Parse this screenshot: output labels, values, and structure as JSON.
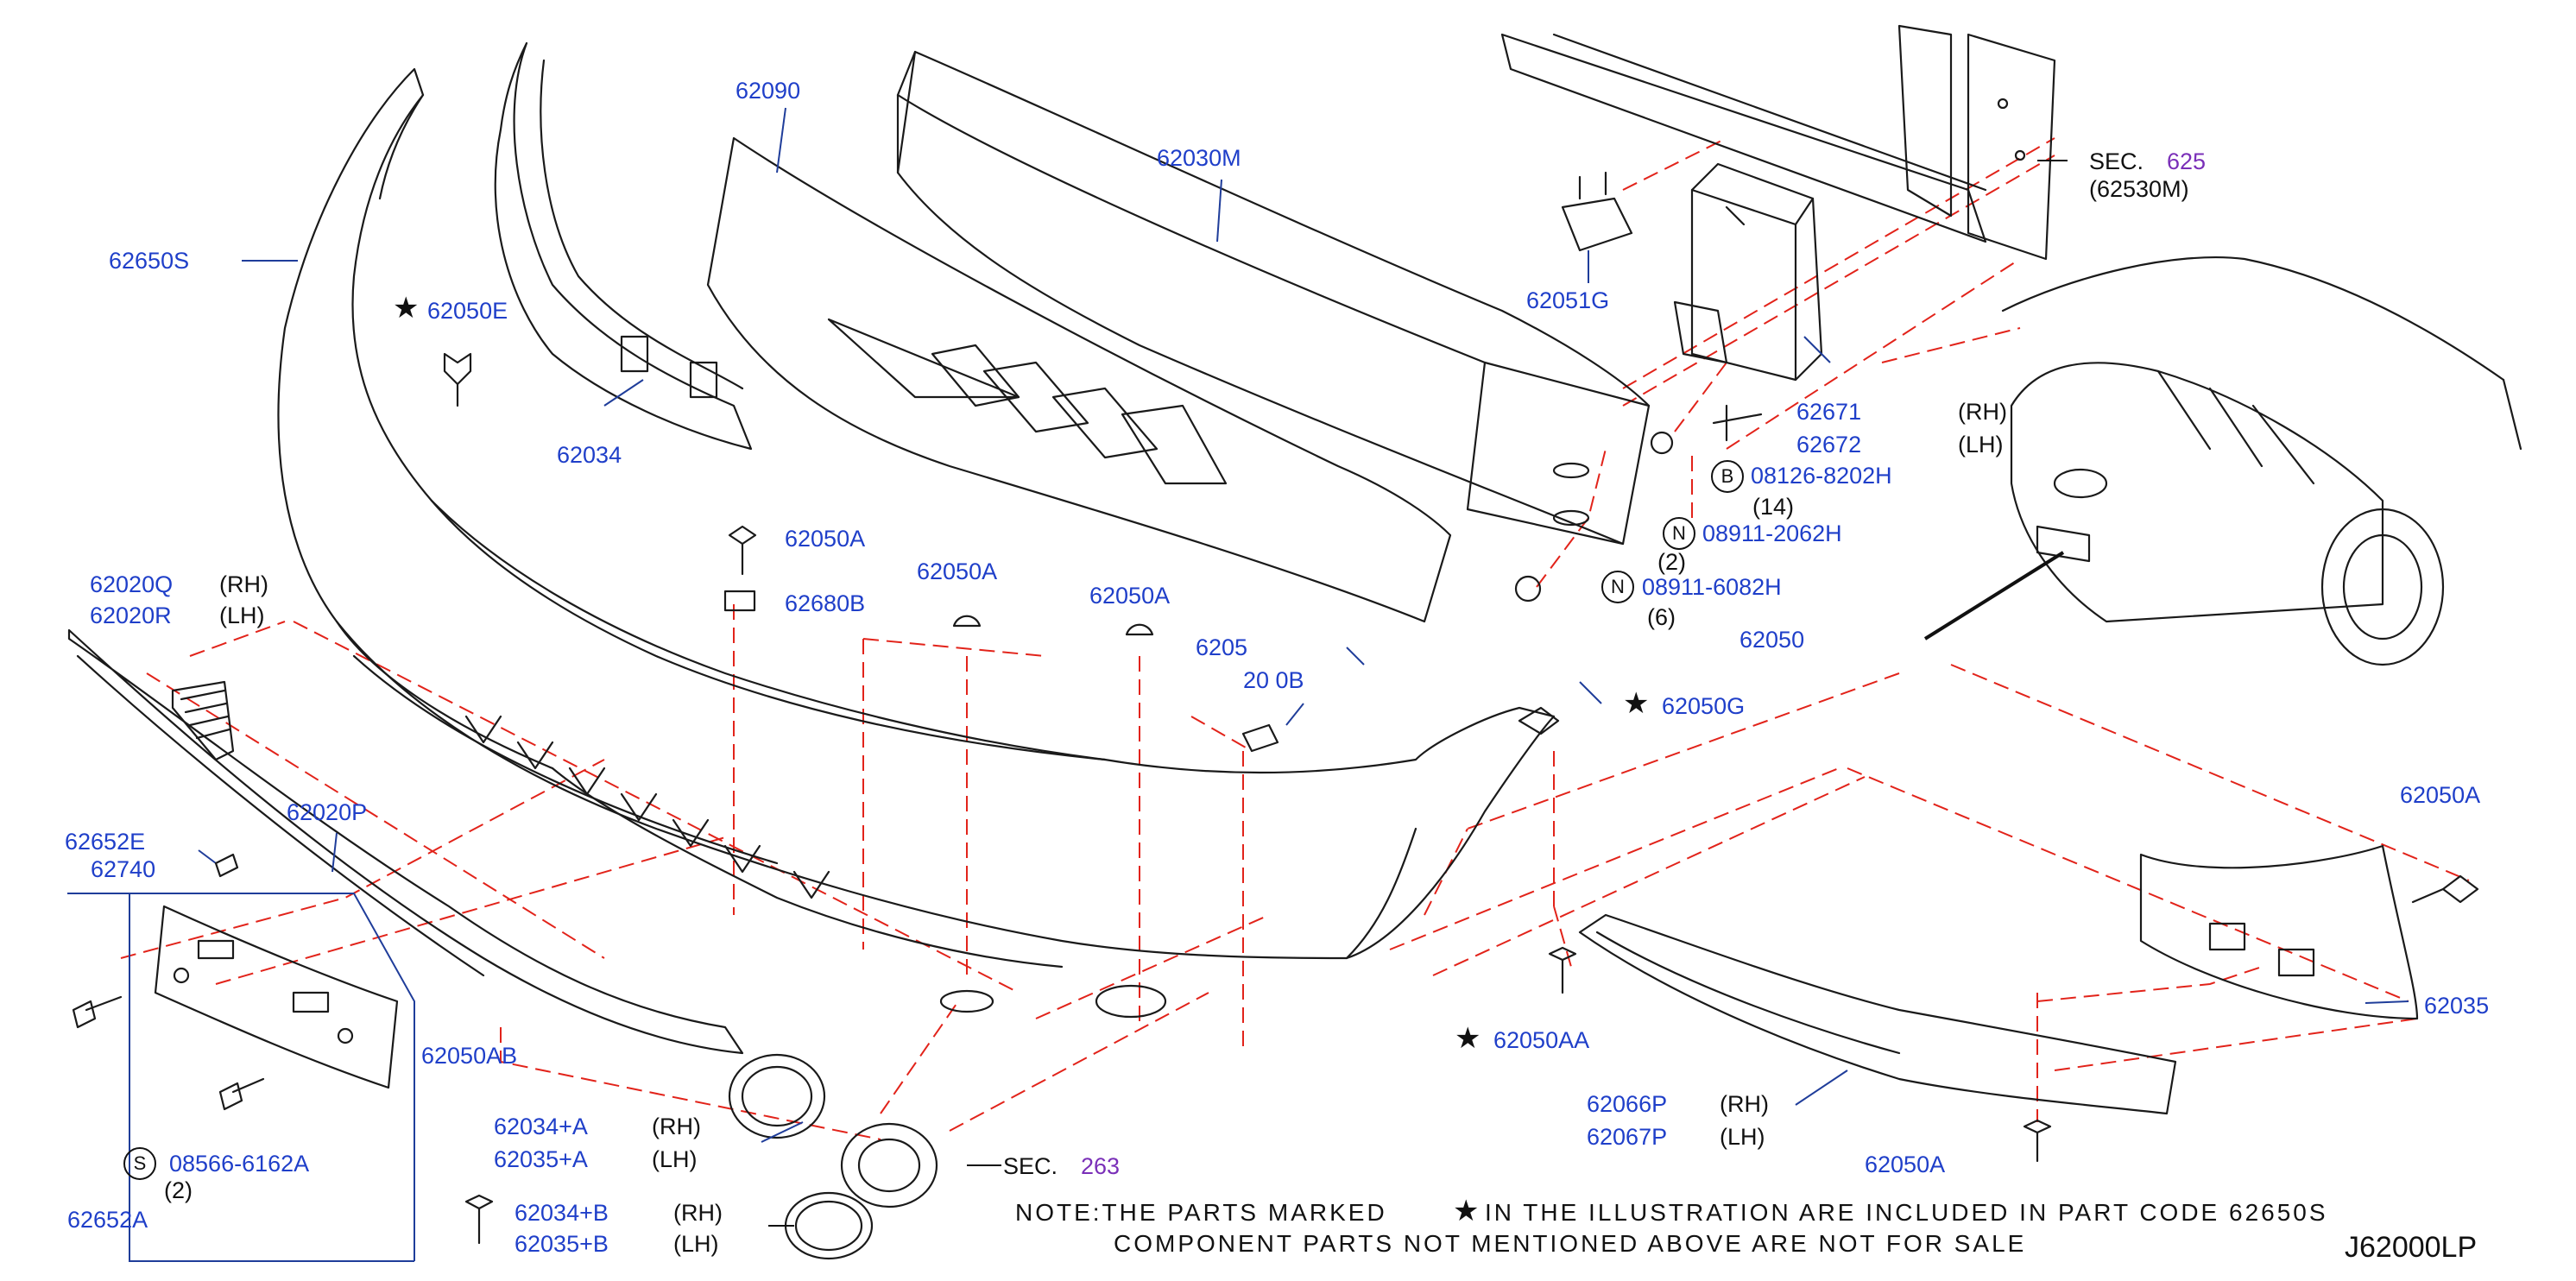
{
  "diagram_code": "J62000LP",
  "note": {
    "line1_a": "NOTE:THE PARTS MARKED",
    "line1_b": "IN THE ILLUSTRATION ARE INCLUDED IN PART CODE 62650S",
    "line2": "COMPONENT PARTS NOT MENTIONED ABOVE ARE NOT FOR SALE"
  },
  "labels": {
    "p62650S": "62650S",
    "p62050E": "62050E",
    "p62034": "62034",
    "p62090": "62090",
    "p62030M": "62030M",
    "p62051G": "62051G",
    "sec625": "SEC.",
    "sec625_num": "625",
    "sec625_sub": "(62530M)",
    "p62671": "62671",
    "p62671_side": "(RH)",
    "p62672": "62672",
    "p62672_side": "(LH)",
    "b_08126": "08126-8202H",
    "b_08126_qty": "(14)",
    "n_08911_2062": "08911-2062H",
    "n_08911_2062_qty": "(2)",
    "n_08911_6082": "08911-6082H",
    "n_08911_6082_qty": "(6)",
    "p62050A_1": "62050A",
    "p62680B": "62680B",
    "p62050A_2": "62050A",
    "p62050A_3": "62050A",
    "p62020Q": "62020Q",
    "p62020Q_side": "(RH)",
    "p62020R": "62020R",
    "p62020R_side": "(LH)",
    "p6205_partial": "6205",
    "p200_partial": "20 0B",
    "p62050G": "62050G",
    "p62050_right": "62050",
    "p62020P": "62020P",
    "p62652E": "62652E",
    "p62740": "62740",
    "p62050AB": "62050AB",
    "p62034A": "62034+A",
    "p62034A_side": "(RH)",
    "p62035A": "62035+A",
    "p62035A_side": "(LH)",
    "p62034B": "62034+B",
    "p62034B_side": "(RH)",
    "p62035B": "62035+B",
    "p62035B_side": "(LH)",
    "s_08566": "08566-6162A",
    "s_08566_qty": "(2)",
    "p62652A": "62652A",
    "sec263": "SEC.",
    "sec263_num": "263",
    "p62050AA": "62050AA",
    "p62066P": "62066P",
    "p62066P_side": "(RH)",
    "p62067P": "62067P",
    "p62067P_side": "(LH)",
    "p62050A_4": "62050A",
    "p62050A_5": "62050A",
    "p62035": "62035"
  },
  "markers": {
    "star": "★",
    "circle_B": "B",
    "circle_N": "N",
    "circle_S": "S"
  },
  "colors": {
    "label_blue": "#1f3fc9",
    "dashed_red": "#e2231a",
    "section_purple": "#7a2fb8",
    "line_black": "#1a1a1a"
  }
}
